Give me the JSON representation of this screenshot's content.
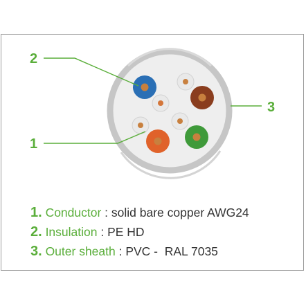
{
  "callouts": {
    "c1": "1",
    "c2": "2",
    "c3": "3"
  },
  "legend": [
    {
      "num": "1.",
      "term": "Conductor",
      "sep": " : ",
      "desc": "solid bare copper AWG24"
    },
    {
      "num": "2.",
      "term": "Insulation",
      "sep": " : ",
      "desc": "PE HD"
    },
    {
      "num": "3.",
      "term": "Outer sheath",
      "sep": " : ",
      "desc": "PVC -  RAL 7035"
    }
  ],
  "colors": {
    "accent_green": "#5aae3a",
    "sheath_grey": "#c8c8c8",
    "pair_blue": "#2a6fb5",
    "pair_brown": "#8a3d1e",
    "pair_orange": "#e0622a",
    "pair_green": "#3f9a3a",
    "copper": "#c8803e"
  },
  "icons": [
    "cable-cross-section"
  ]
}
